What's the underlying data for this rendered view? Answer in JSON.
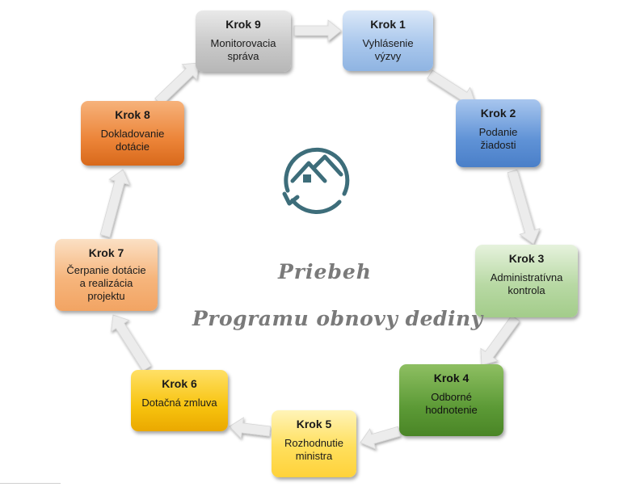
{
  "diagram": {
    "steps": [
      {
        "title": "Krok 1",
        "lines": [
          "Vyhlásenie",
          "výzvy"
        ]
      },
      {
        "title": "Krok 2",
        "lines": [
          "Podanie",
          "žiadosti"
        ]
      },
      {
        "title": "Krok 3",
        "lines": [
          "Administratívna",
          "kontrola"
        ]
      },
      {
        "title": "Krok 4",
        "lines": [
          "Odborné",
          "hodnotenie"
        ]
      },
      {
        "title": "Krok 5",
        "lines": [
          "Rozhodnutie",
          "ministra"
        ]
      },
      {
        "title": "Krok 6",
        "lines": [
          "Dotačná zmluva"
        ]
      },
      {
        "title": "Krok 7",
        "lines": [
          "Čerpanie dotácie",
          "a realizácia",
          "projektu"
        ]
      },
      {
        "title": "Krok 8",
        "lines": [
          "Dokladovanie",
          "dotácie"
        ]
      },
      {
        "title": "Krok 9",
        "lines": [
          "Monitorovacia",
          "správa"
        ]
      }
    ],
    "caption_line1": "Priebeh",
    "caption_line2": "Programu obnovy dediny",
    "logo_color": "#3d6d7a",
    "arrow_color": "#ececec"
  }
}
